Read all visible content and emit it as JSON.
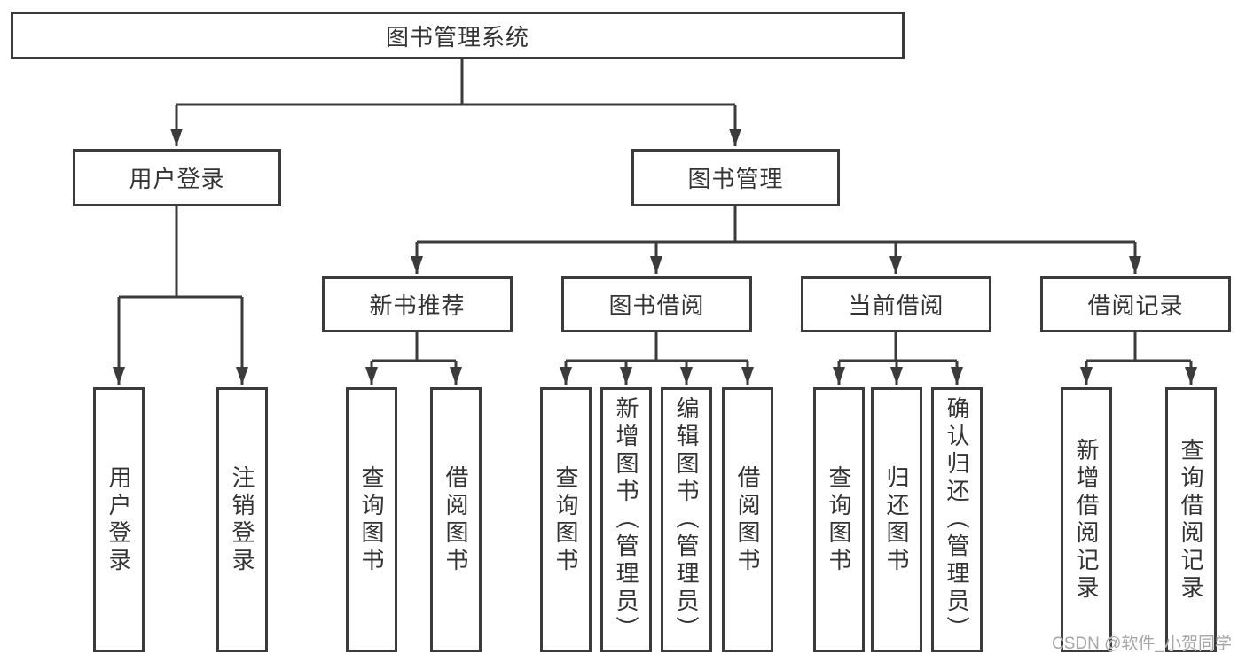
{
  "diagram_type": "hierarchy-tree",
  "tree": {
    "label": "图书管理系统",
    "children": [
      {
        "label": "用户登录",
        "children": [
          {
            "label": "用户登录"
          },
          {
            "label": "注销登录"
          }
        ]
      },
      {
        "label": "图书管理",
        "children": [
          {
            "label": "新书推荐",
            "children": [
              {
                "label": "查询图书"
              },
              {
                "label": "借阅图书"
              }
            ]
          },
          {
            "label": "图书借阅",
            "children": [
              {
                "label": "查询图书"
              },
              {
                "label": "新增图书（管理员）"
              },
              {
                "label": "编辑图书（管理员）"
              },
              {
                "label": "借阅图书"
              }
            ]
          },
          {
            "label": "当前借阅",
            "children": [
              {
                "label": "查询图书"
              },
              {
                "label": "归还图书"
              },
              {
                "label": "确认归还（管理员）"
              }
            ]
          },
          {
            "label": "借阅记录",
            "children": [
              {
                "label": "新增借阅记录"
              },
              {
                "label": "查询借阅记录"
              }
            ]
          }
        ]
      }
    ]
  },
  "watermark": {
    "text": "CSDN @软件_小贺同学"
  },
  "colors": {
    "line": "#3b3b3b",
    "text": "#333333",
    "watermark": "#a6a6a6",
    "bg": "#ffffff"
  }
}
